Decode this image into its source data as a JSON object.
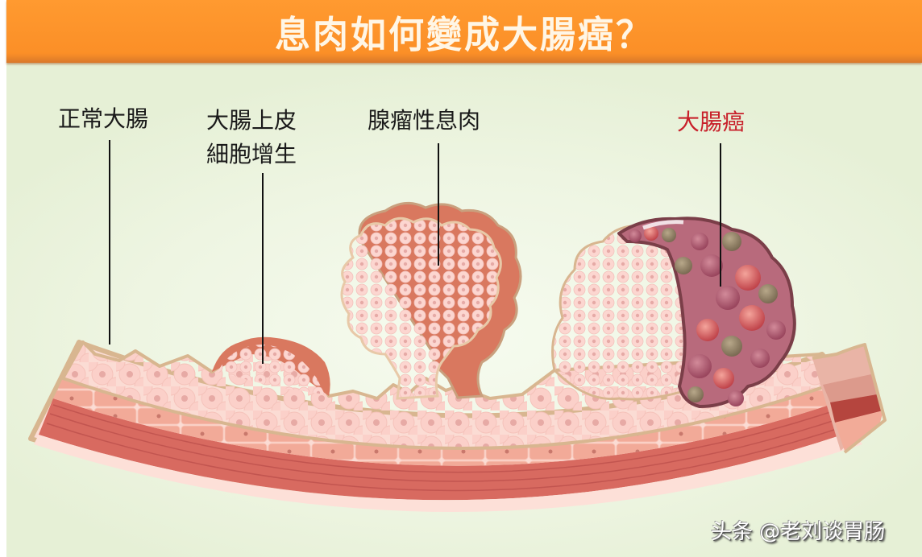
{
  "title": "息肉如何變成大腸癌？",
  "colors": {
    "title_bar": "#fb8f27",
    "title_text": "#fff6e6",
    "background": "#eaf2dc",
    "tissue_pink": "#fcd6cf",
    "tissue_outline": "#d8b690",
    "muscle_red": "#d86a60",
    "polyp_rim": "#d9785f",
    "cancer_mass": "#a8566a",
    "cancer_label": "#c8202a"
  },
  "stages": [
    {
      "id": "normal",
      "label": "正常大腸"
    },
    {
      "id": "hyperplasia",
      "label_line1": "大腸上皮",
      "label_line2": "細胞增生"
    },
    {
      "id": "adenoma",
      "label": "腺瘤性息肉"
    },
    {
      "id": "cancer",
      "label": "大腸癌"
    }
  ],
  "watermark": "头条 @老刘谈胃肠"
}
